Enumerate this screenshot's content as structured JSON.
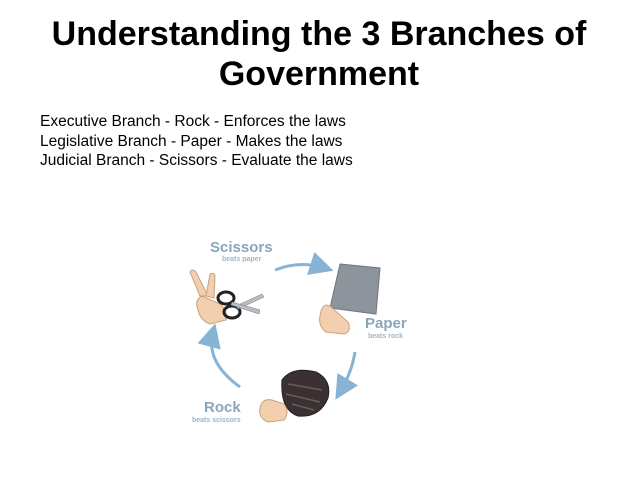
{
  "title": {
    "line1": "Understanding the 3 Branches of",
    "line2": "Government"
  },
  "branches": [
    "Executive Branch - Rock - Enforces the laws",
    "Legislative Branch - Paper - Makes the laws",
    "Judicial Branch - Scissors - Evaluate the laws"
  ],
  "diagram": {
    "scissors": {
      "label": "Scissors",
      "caption": "beats paper"
    },
    "paper": {
      "label": "Paper",
      "caption": "beats rock"
    },
    "rock": {
      "label": "Rock",
      "caption": "beats scissors"
    },
    "colors": {
      "arrow": "#86b3d6",
      "label": "#8aa6b9",
      "paper": "#8d949c",
      "rock": "#3b3132",
      "skin": "#f2cfae"
    }
  }
}
